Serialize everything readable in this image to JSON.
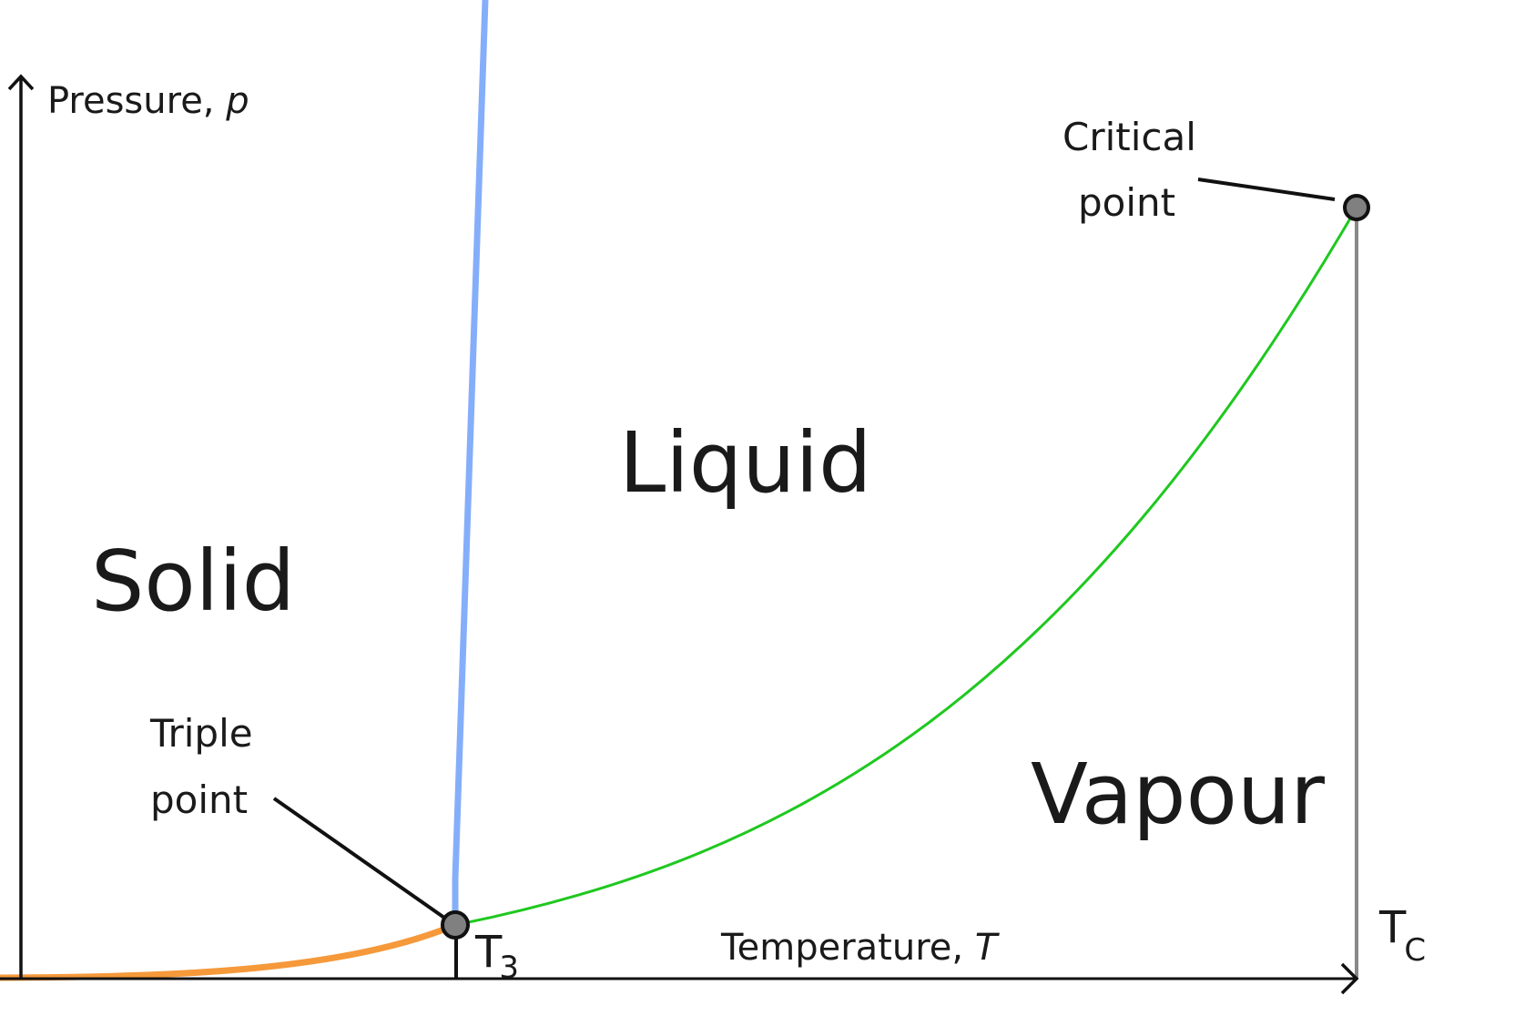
{
  "axes": {
    "y_label": "Pressure, ",
    "y_symbol": "p",
    "x_label": "Temperature, ",
    "x_symbol": "T"
  },
  "regions": {
    "solid": "Solid",
    "liquid": "Liquid",
    "vapour": "Vapour"
  },
  "points": {
    "triple_line1": "Triple",
    "triple_line2": "point",
    "critical_line1": "Critical",
    "critical_line2": "point"
  },
  "ticks": {
    "t3_base": "T",
    "t3_sub": "3",
    "tc_base": "T",
    "tc_sub": "C"
  },
  "colors": {
    "sublimation": "#f5993a",
    "fusion": "#85aefa",
    "vaporization": "#1fc81f",
    "axis": "#111111",
    "critical_isotherm": "#888888",
    "point_fill": "#808080"
  }
}
